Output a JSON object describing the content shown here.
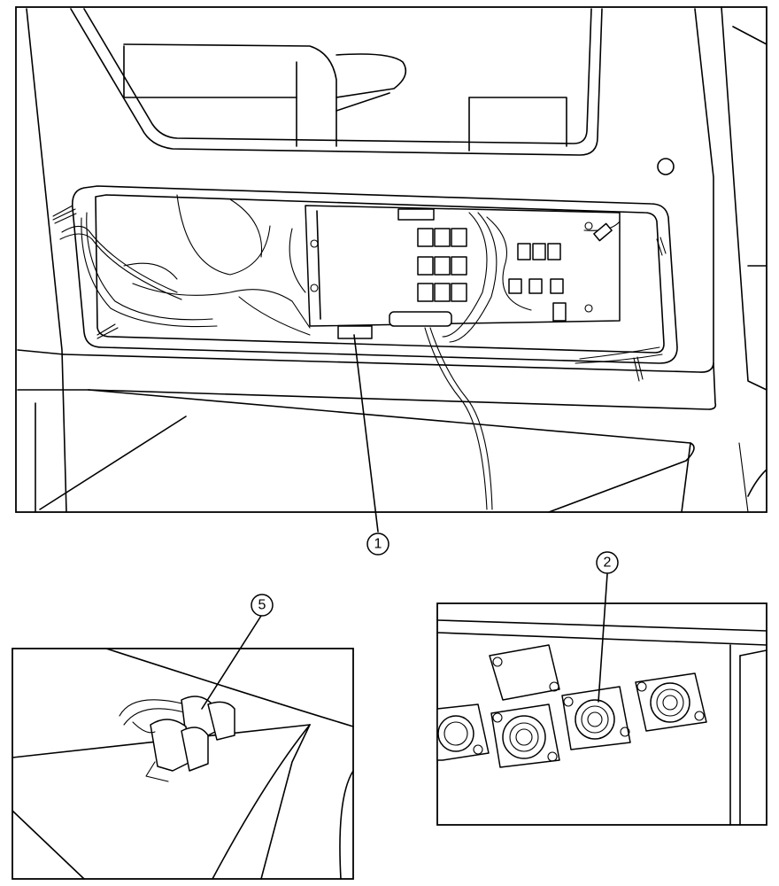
{
  "callouts": [
    {
      "id": "1",
      "label": "1"
    },
    {
      "id": "2",
      "label": "2"
    },
    {
      "id": "5",
      "label": "5"
    }
  ],
  "views": [
    {
      "id": "main-view",
      "callout": "1"
    },
    {
      "id": "connector-panel-view",
      "callout": "2"
    },
    {
      "id": "connector-cap-view",
      "callout": "5"
    }
  ]
}
